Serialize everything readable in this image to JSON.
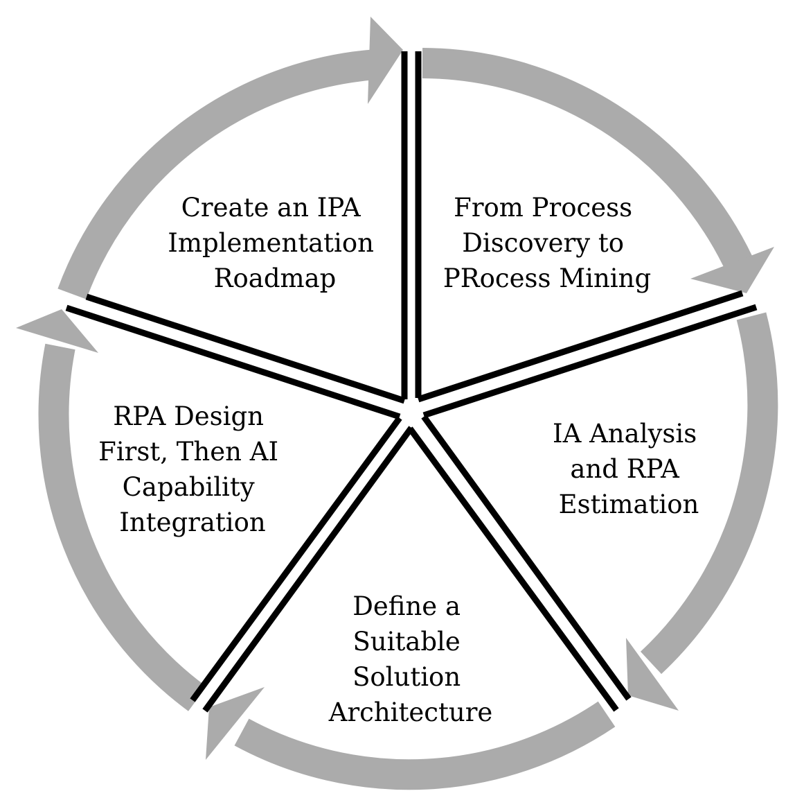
{
  "diagram": {
    "colors": {
      "arrow": "#ababab",
      "divider": "#000000",
      "background": "#ffffff",
      "text": "#000000"
    },
    "segments": [
      {
        "id": "seg-1",
        "lines": [
          "From Process",
          "Discovery to",
          "PRocess Mining"
        ]
      },
      {
        "id": "seg-2",
        "lines": [
          "IA Analysis",
          "and RPA",
          "Estimation"
        ]
      },
      {
        "id": "seg-3",
        "lines": [
          "Define a",
          "Suitable",
          "Solution",
          "Architecture"
        ]
      },
      {
        "id": "seg-4",
        "lines": [
          "RPA Design",
          "First, Then AI",
          "Capability",
          "Integration"
        ]
      },
      {
        "id": "seg-5",
        "lines": [
          "Create an IPA",
          "Implementation",
          "Roadmap"
        ]
      }
    ]
  }
}
